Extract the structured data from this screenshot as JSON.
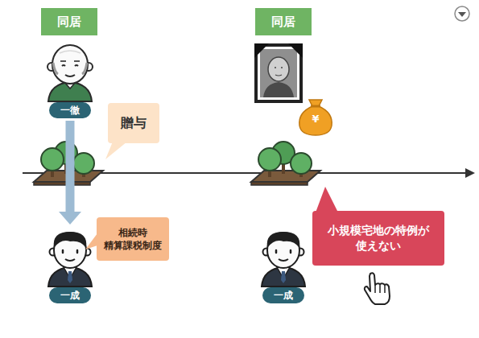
{
  "diagram": {
    "nodes": [
      {
        "text": [
          "同居"
        ]
      },
      {
        "text": [
          "一徹"
        ],
        "in": 0
      },
      {
        "text": [
          "一成"
        ],
        "in": 0
      },
      {
        "text": [
          "贈与"
        ]
      },
      {
        "text": [
          "相続時 精算課税制度"
        ]
      },
      {
        "text": [
          "同居"
        ]
      },
      {
        "text": [
          "一成"
        ],
        "in": 5
      },
      {
        "text": [
          "小規模宅地の特例が 使えない"
        ]
      }
    ],
    "edges": [
      {
        "from": 1,
        "to": 2,
        "arrow": "to"
      }
    ],
    "labels": [
      "¥"
    ]
  }
}
